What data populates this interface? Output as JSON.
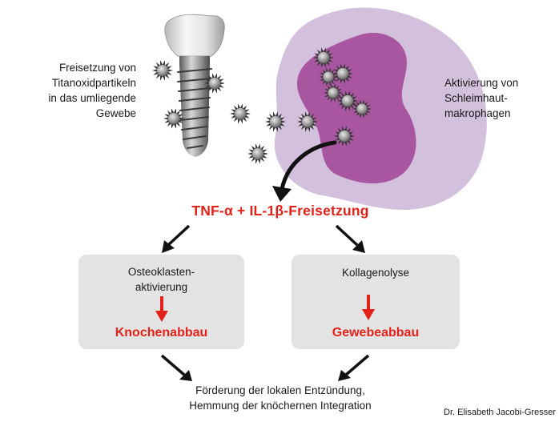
{
  "labels": {
    "left": [
      "Freisetzung von",
      "Titanoxidpartikeln",
      "in das umliegende",
      "Gewebe"
    ],
    "right": [
      "Aktivierung von",
      "Schleimhaut-",
      "makrophagen"
    ]
  },
  "headline": "TNF-α + IL-1β-Freisetzung",
  "boxes": [
    {
      "top_lines": [
        "Osteoklasten-",
        "aktivierung"
      ],
      "result": "Knochenabbau"
    },
    {
      "top_lines": [
        "Kollagenolyse"
      ],
      "result": "Gewebeabbau"
    }
  ],
  "bottom": [
    "Förderung der lokalen Entzündung,",
    "Hemmung der knöchernen Integration"
  ],
  "credit": "Dr. Elisabeth Jacobi-Gresser",
  "colors": {
    "accent": "#e32119",
    "box": "#e3e3e3",
    "cell_outer": "#d3c0dd",
    "nucleus": "#a8569f",
    "particle": "#6e6e6e"
  }
}
